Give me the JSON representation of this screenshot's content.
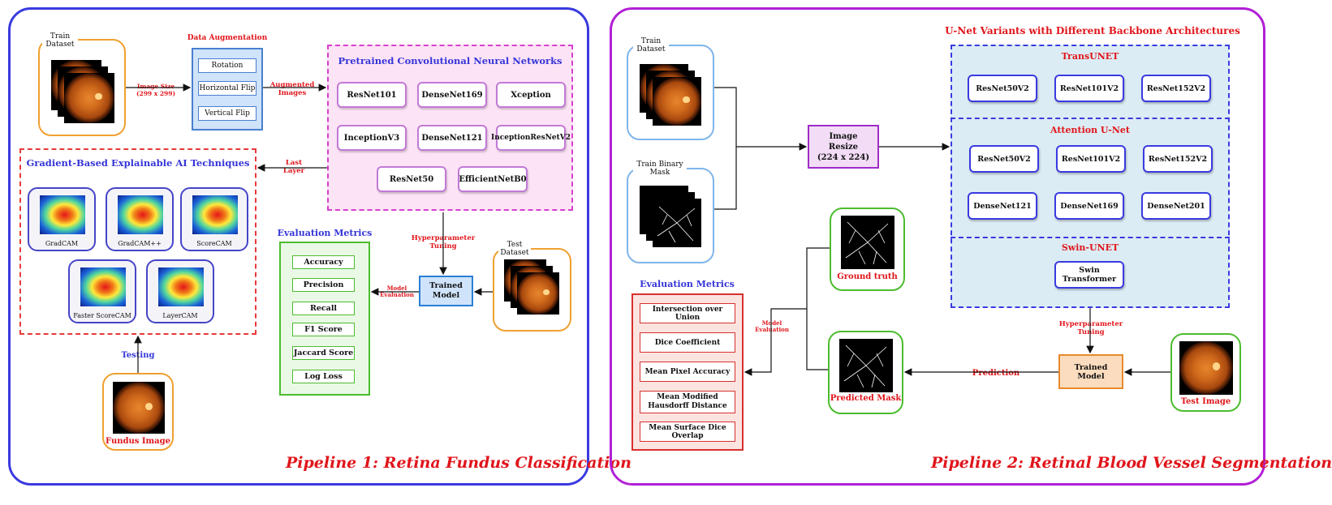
{
  "p1": {
    "train_dataset": "Train\nDataset",
    "data_aug_title": "Data Augmentation",
    "aug_items": [
      "Rotation",
      "Horizontal Flip",
      "Vertical Flip"
    ],
    "image_size_label": "Image Size\n(299 x 299)",
    "augmented_label": "Augmented\nImages",
    "cnn_title": "Pretrained Convolutional Neural Networks",
    "cnn_models": [
      "ResNet101",
      "DenseNet169",
      "Xception",
      "InceptionV3",
      "DenseNet121",
      "InceptionResNetV2",
      "ResNet50",
      "EfficientNetB0"
    ],
    "xai_title": "Gradient-Based Explainable AI Techniques",
    "last_layer_label": "Last\nLayer",
    "cams": [
      "GradCAM",
      "GradCAM++",
      "ScoreCAM",
      "Faster ScoreCAM",
      "LayerCAM"
    ],
    "testing_label": "Testing",
    "fundus_label": "Fundus Image",
    "eval_title": "Evaluation Metrics",
    "metrics": [
      "Accuracy",
      "Precision",
      "Recall",
      "F1 Score",
      "Jaccard Score",
      "Log Loss"
    ],
    "hyper_label": "Hyperparameter\nTuning",
    "trained_model": "Trained\nModel",
    "model_eval_label": "Model\nEvaluation",
    "test_dataset": "Test\nDataset",
    "pipeline_title": "Pipeline 1: Retina Fundus Classification"
  },
  "p2": {
    "train_dataset": "Train\nDataset",
    "train_mask": "Train Binary\nMask",
    "resize_label": "Image\nResize\n(224 x 224)",
    "unet_title": "U-Net Variants with Different Backbone Architectures",
    "transunet_title": "TransUNET",
    "transunet_models": [
      "ResNet50V2",
      "ResNet101V2",
      "ResNet152V2"
    ],
    "attention_title": "Attention U-Net",
    "attention_models": [
      "ResNet50V2",
      "ResNet101V2",
      "ResNet152V2",
      "DenseNet121",
      "DenseNet169",
      "DenseNet201"
    ],
    "swin_title": "Swin-UNET",
    "swin_model": "Swin\nTransformer",
    "hyper_label": "Hyperparameter\nTuning",
    "trained_model": "Trained Model",
    "test_image": "Test Image",
    "prediction_label": "Prediction",
    "ground_truth": "Ground truth",
    "predicted_mask": "Predicted Mask",
    "eval_title": "Evaluation Metrics",
    "model_eval_label": "Model\nEvaluation",
    "metrics": [
      "Intersection over Union",
      "Dice Coefficient",
      "Mean Pixel Accuracy",
      "Mean Modified\nHausdorff Distance",
      "Mean Surface Dice Overlap"
    ],
    "pipeline_title": "Pipeline 2: Retinal Blood Vessel Segmentation"
  },
  "colors": {
    "p1_border": "#3a3ae0",
    "p2_border": "#b21fd6",
    "red": "#e0151b",
    "blue": "#3535d8",
    "cnn_bg": "#fde3f6",
    "unet_bg": "#dcecf4",
    "eval_bg": "#fdecea"
  }
}
